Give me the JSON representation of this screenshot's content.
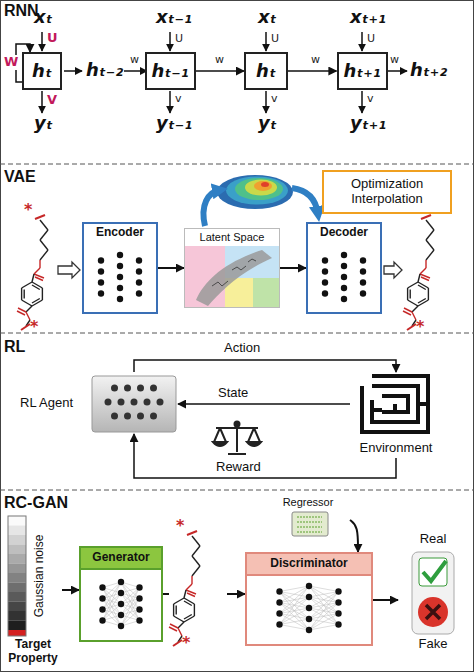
{
  "diagram": {
    "nodes": [
      {
        "text": [
          "hₜ"
        ]
      },
      {
        "text": [
          "hₜ₋₁"
        ]
      },
      {
        "text": [
          "hₜ"
        ]
      },
      {
        "text": [
          "hₜ₊₁"
        ]
      },
      {
        "text": [
          "Encoder"
        ]
      },
      {
        "text": [
          "Latent Space"
        ]
      },
      {
        "text": [
          "Decoder"
        ]
      },
      {
        "text": [
          "Optimization Interpolation"
        ]
      },
      {
        "text": [
          "RL Agent"
        ]
      },
      {
        "text": [
          "Environment"
        ]
      },
      {
        "text": [
          "Gaussian noise",
          "Target Property"
        ]
      },
      {
        "text": [
          "Generator"
        ]
      },
      {
        "text": [
          "Regressor"
        ]
      },
      {
        "text": [
          "Discriminator"
        ]
      },
      {
        "text": [
          "Real",
          "Fake"
        ]
      }
    ],
    "edges": [
      {
        "from": 0,
        "to": 0,
        "label": "W",
        "arrow": "to"
      },
      {
        "from": 1,
        "to": 2,
        "label": "w",
        "arrow": "to"
      },
      {
        "from": 2,
        "to": 3,
        "label": "w",
        "arrow": "to"
      },
      {
        "from": 4,
        "to": 5,
        "arrow": "to"
      },
      {
        "from": 5,
        "to": 6,
        "arrow": "to"
      },
      {
        "from": 8,
        "to": 9,
        "label": "Action",
        "arrow": "to"
      },
      {
        "from": 9,
        "to": 8,
        "label": "State",
        "arrow": "to"
      },
      {
        "from": 9,
        "to": 8,
        "label": "Reward",
        "arrow": "to"
      },
      {
        "from": 10,
        "to": 11,
        "arrow": "to"
      },
      {
        "from": 11,
        "to": 13,
        "arrow": "to"
      },
      {
        "from": 12,
        "to": 13,
        "arrow": "to"
      },
      {
        "from": 13,
        "to": 14,
        "arrow": "to"
      }
    ],
    "labels": [
      "RNN",
      "xₜ",
      "U",
      "V",
      "yₜ",
      "hₜ₋₂",
      "w",
      "xₜ₋₁",
      "xₜ",
      "xₜ₊₁",
      "U",
      "U",
      "U",
      "w",
      "hₜ₊₂",
      "v",
      "v",
      "v",
      "yₜ₋₁",
      "yₜ",
      "yₜ₊₁",
      "VAE",
      "*",
      "*",
      "*",
      "*",
      "RL",
      "RC-GAN",
      "*",
      "*"
    ]
  }
}
